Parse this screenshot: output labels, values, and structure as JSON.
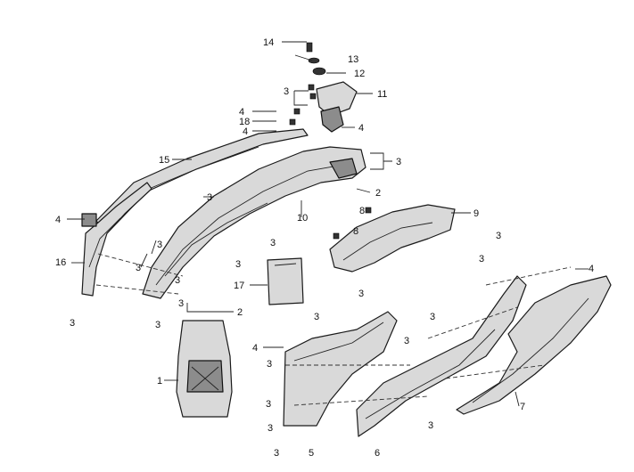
{
  "callouts": [
    {
      "id": "c14",
      "text": "14"
    },
    {
      "id": "c13",
      "text": "13"
    },
    {
      "id": "c12",
      "text": "12"
    },
    {
      "id": "c3a",
      "text": "3"
    },
    {
      "id": "c11",
      "text": "11"
    },
    {
      "id": "c4a",
      "text": "4"
    },
    {
      "id": "c18",
      "text": "18"
    },
    {
      "id": "c4b",
      "text": "4"
    },
    {
      "id": "c4c",
      "text": "4"
    },
    {
      "id": "c15",
      "text": "15"
    },
    {
      "id": "c3b",
      "text": "3"
    },
    {
      "id": "c2a",
      "text": "2"
    },
    {
      "id": "c3c",
      "text": "3"
    },
    {
      "id": "c10",
      "text": "10"
    },
    {
      "id": "c9",
      "text": "9"
    },
    {
      "id": "c8a",
      "text": "8"
    },
    {
      "id": "c8b",
      "text": "8"
    },
    {
      "id": "c4d",
      "text": "4"
    },
    {
      "id": "c3d",
      "text": "3"
    },
    {
      "id": "c3e",
      "text": "3"
    },
    {
      "id": "c3f",
      "text": "3"
    },
    {
      "id": "c16",
      "text": "16"
    },
    {
      "id": "c3g",
      "text": "3"
    },
    {
      "id": "c3h",
      "text": "3"
    },
    {
      "id": "c17",
      "text": "17"
    },
    {
      "id": "c3i",
      "text": "3"
    },
    {
      "id": "c3j",
      "text": "3"
    },
    {
      "id": "c3k",
      "text": "3"
    },
    {
      "id": "c2b",
      "text": "2"
    },
    {
      "id": "c1",
      "text": "1"
    },
    {
      "id": "c3l",
      "text": "3"
    },
    {
      "id": "c3m",
      "text": "3"
    },
    {
      "id": "c3n",
      "text": "3"
    },
    {
      "id": "c4e",
      "text": "4"
    },
    {
      "id": "c3o",
      "text": "3"
    },
    {
      "id": "c3p",
      "text": "3"
    },
    {
      "id": "c3q",
      "text": "3"
    },
    {
      "id": "c3r",
      "text": "3"
    },
    {
      "id": "c5",
      "text": "5"
    },
    {
      "id": "c6",
      "text": "6"
    },
    {
      "id": "c3s",
      "text": "3"
    },
    {
      "id": "c3t",
      "text": "3"
    },
    {
      "id": "c4f",
      "text": "4"
    },
    {
      "id": "c7",
      "text": "7"
    },
    {
      "id": "c3u",
      "text": "3"
    }
  ]
}
